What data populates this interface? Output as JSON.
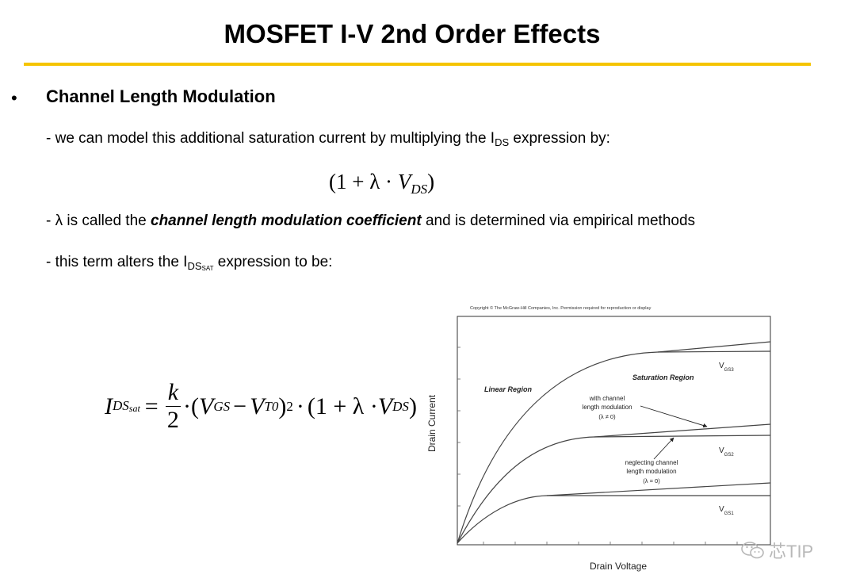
{
  "slide": {
    "title": "MOSFET I-V 2nd Order Effects",
    "bullet_glyph": "•",
    "heading": "Channel Length Modulation",
    "line1_prefix": "- we can model this additional saturation current by multiplying the I",
    "line1_sub": "DS",
    "line1_suffix": " expression by:",
    "line2_prefix": "- λ is called the ",
    "line2_emph": "channel length modulation coefficient",
    "line2_suffix": " and is determined via empirical methods",
    "line3_prefix": "- this term alters the I",
    "line3_sub": "DS",
    "line3_subsub": "SAT",
    "line3_suffix": " expression to be:",
    "accent_color": "#f5c400"
  },
  "equation_small": {
    "open": "(1 + λ · ",
    "var": "V",
    "sub": "DS",
    "close": ")"
  },
  "equation_big": {
    "lhs": "I",
    "lhs_sub": "DS",
    "lhs_subsub": "sat",
    "eq": "=",
    "num": "k",
    "den": "2",
    "dot1": "·",
    "p1_open": "(",
    "vgs": "V",
    "vgs_sub": "GS",
    "minus": "−",
    "vt": "V",
    "vt_sub": "T0",
    "p1_close": ")",
    "exp": "2",
    "dot2": "·",
    "tail_open": "(1 + λ · ",
    "vds": "V",
    "vds_sub": "DS",
    "tail_close": ")"
  },
  "graph": {
    "copyright": "Copyright © The McGraw-Hill Companies, Inc. Permission required for reproduction or display",
    "xlabel": "Drain Voltage",
    "ylabel": "Drain Current",
    "linear_region": "Linear Region",
    "saturation_region": "Saturation Region",
    "with_clm_1": "with channel",
    "with_clm_2": "length modulation",
    "with_clm_3": "(λ ≠ 0)",
    "without_clm_1": "neglecting channel",
    "without_clm_2": "length modulation",
    "without_clm_3": "(λ = 0)",
    "vgs3": "V",
    "vgs3_sub": "GS3",
    "vgs2": "V",
    "vgs2_sub": "GS2",
    "vgs1": "V",
    "vgs1_sub": "GS1"
  },
  "watermark": {
    "text": "芯TIP",
    "icon": "wechat-icon"
  }
}
